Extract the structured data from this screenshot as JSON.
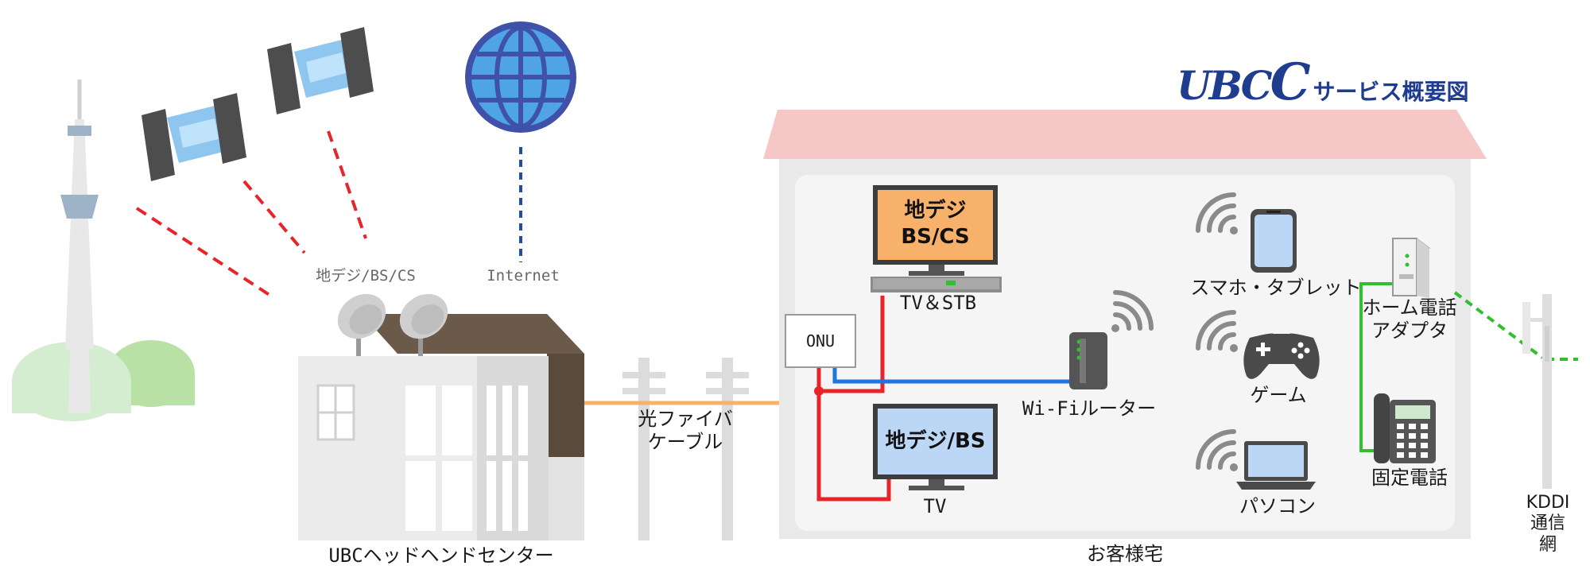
{
  "title": {
    "logo_u": "U",
    "logo_bc": "BC",
    "logo_c": "C",
    "text": "サービス概要図"
  },
  "labels": {
    "broadcast": "地デジ/BS/CS",
    "internet": "Internet",
    "head_end": "UBCヘッドヘンドセンター",
    "fiber": "光ファイバ\nケーブル",
    "onu": "ONU",
    "tv_stb": "TV＆STB",
    "tv": "TV",
    "wifi_router": "Wi-Fiルーター",
    "smartphone": "スマホ・タブレット",
    "game": "ゲーム",
    "pc": "パソコン",
    "home_phone_adapter": "ホーム電話\nアダプタ",
    "fixed_phone": "固定電話",
    "kddi": "KDDI\n通信網",
    "customer_home": "お客様宅"
  },
  "screens": {
    "tv_stb": "地デジ\nBS/CS",
    "tv": "地デジ/BS"
  },
  "colors": {
    "red_line": "#e8242b",
    "blue_line": "#1f74e0",
    "orange_line": "#f8b16a",
    "green_line": "#2fbf2f",
    "dark_blue_dots": "#1f4ea0",
    "roof": "#f6c7c7",
    "house": "#e9e9e9"
  },
  "icons": [
    "tower-icon",
    "satellite-icon",
    "globe-icon",
    "building-icon",
    "dish-icon",
    "pole-icon",
    "tv-icon",
    "stb-icon",
    "router-icon",
    "wifi-icon",
    "smartphone-icon",
    "gamepad-icon",
    "laptop-icon",
    "adapter-icon",
    "phone-icon",
    "antenna-pole-icon"
  ]
}
